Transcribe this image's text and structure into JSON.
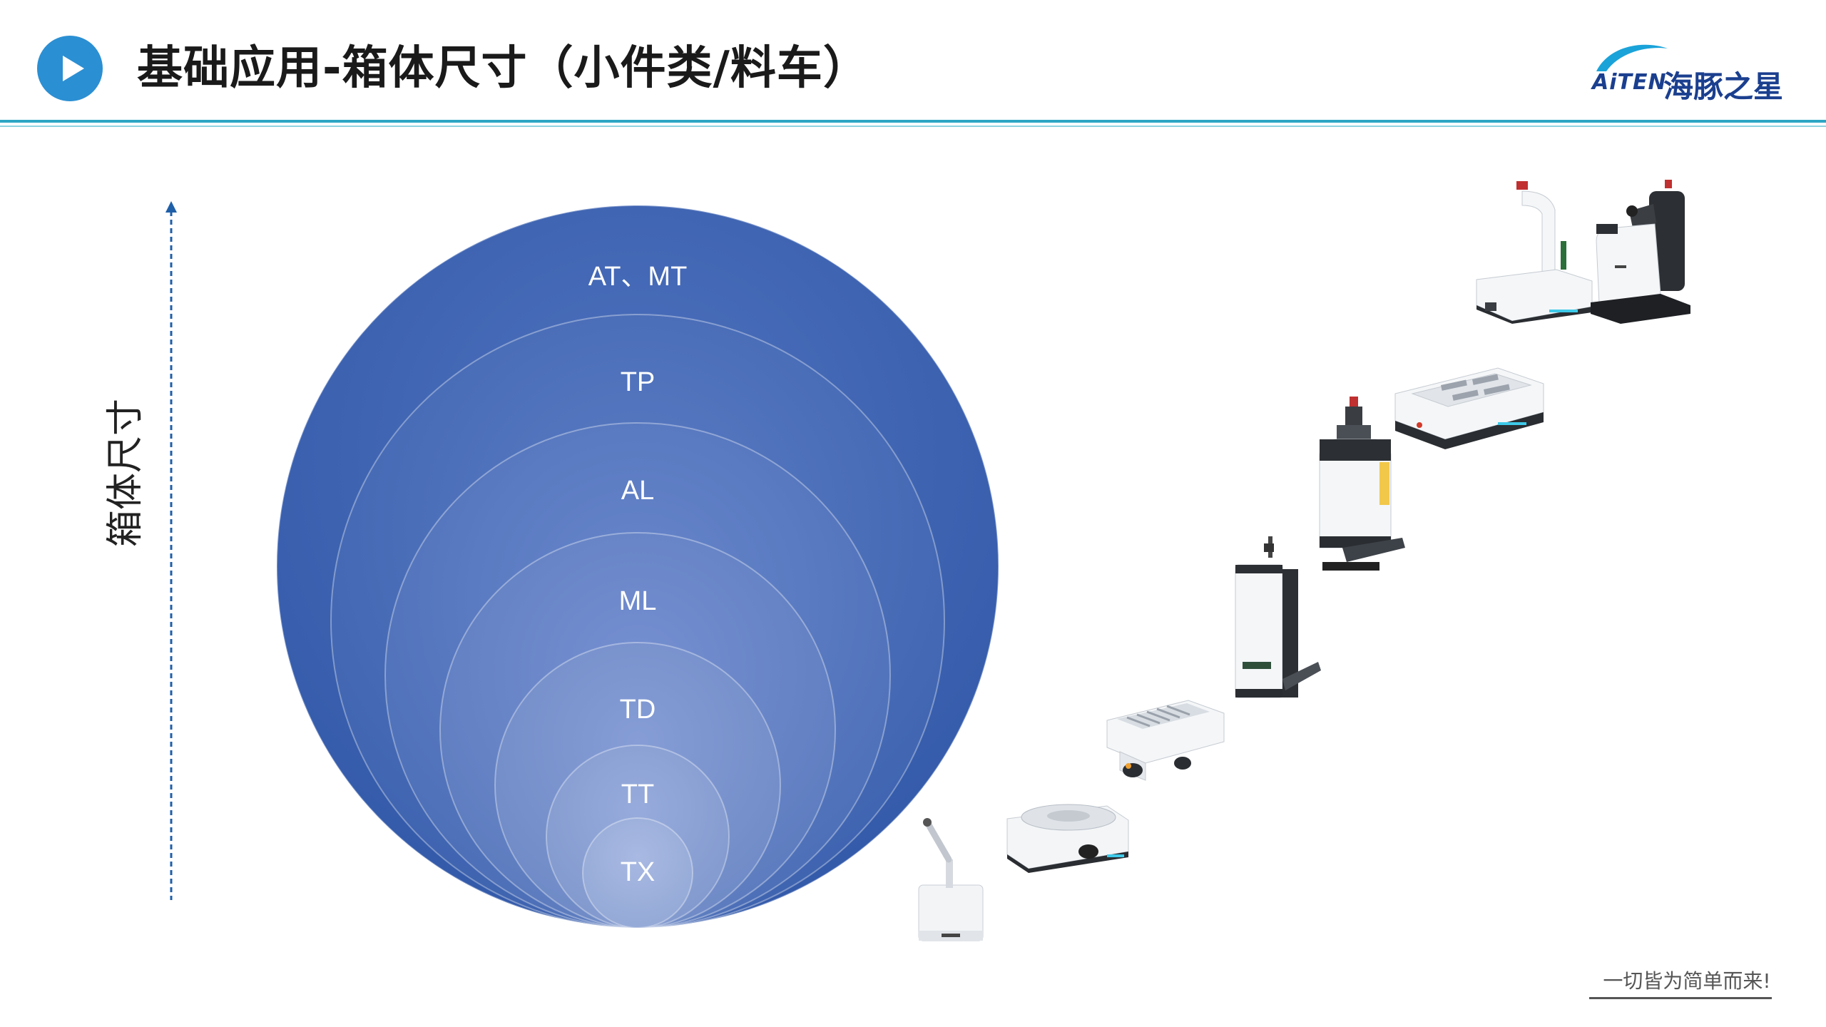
{
  "header": {
    "title": "基础应用-箱体尺寸（小件类/料车）",
    "play_icon": "play-icon",
    "accent_color": "#2b8fd3",
    "rule_color": "#2ea6c4"
  },
  "logo": {
    "word": "AiTEN",
    "cn": "海豚之星",
    "color": "#1b3f8f"
  },
  "axis": {
    "label": "箱体尺寸",
    "arrow_color": "#1f5fa8"
  },
  "circles": [
    {
      "label": "AT、MT"
    },
    {
      "label": "TP"
    },
    {
      "label": "AL"
    },
    {
      "label": "ML"
    },
    {
      "label": "TD"
    },
    {
      "label": "TT"
    },
    {
      "label": "TX"
    }
  ],
  "robots": [
    {
      "name": "robot-arm-amr"
    },
    {
      "name": "round-top-amr"
    },
    {
      "name": "rack-carrier-amr"
    },
    {
      "name": "tall-forklift-amr"
    },
    {
      "name": "lift-mast-amr"
    },
    {
      "name": "flat-lift-amr"
    },
    {
      "name": "frame-tugger-amr"
    },
    {
      "name": "ride-on-tugger"
    }
  ],
  "footer": {
    "slogan": "一切皆为简单而来!"
  }
}
